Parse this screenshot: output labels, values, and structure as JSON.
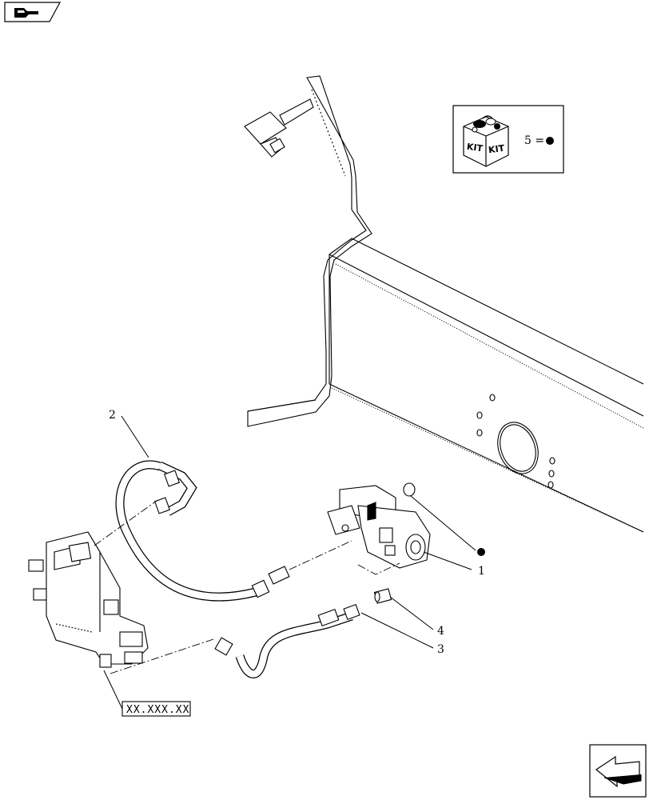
{
  "callouts": [
    {
      "id": "c1",
      "label": "1"
    },
    {
      "id": "c2",
      "label": "2"
    },
    {
      "id": "c3",
      "label": "3"
    },
    {
      "id": "c4",
      "label": "4"
    }
  ],
  "kit": {
    "box_word_left": "KIT",
    "box_word_right": "KIT",
    "legend_text": "5 ="
  },
  "reference_box": {
    "text": "XX.XXX.XX"
  },
  "icons": {
    "top_left": "book-pointer-icon",
    "bottom_right": "next-page-arrow-icon",
    "kit_symbol": "filled-dot"
  }
}
